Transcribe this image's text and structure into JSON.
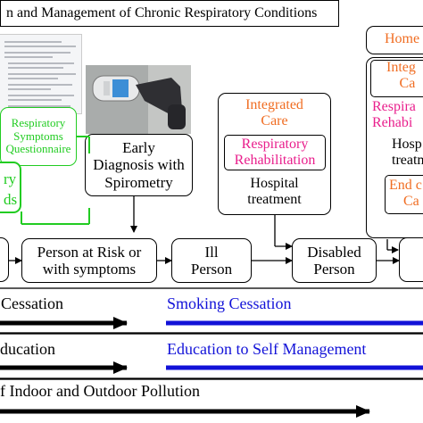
{
  "title": "n and Management of Chronic Respiratory Conditions",
  "questionnaire": {
    "lines": [
      "Respiratory",
      "Symptoms",
      "Questionnaire"
    ]
  },
  "left_green": {
    "lines": [
      "ry",
      "ds"
    ]
  },
  "spirometry": {
    "lines": [
      "Early",
      "Diagnosis with",
      "Spirometry"
    ]
  },
  "care_box": {
    "integrated": [
      "Integrated",
      "Care"
    ],
    "rehab": [
      "Respiratory",
      "Rehabilitation"
    ],
    "hospital": [
      "Hospital",
      "treatment"
    ]
  },
  "right_box": {
    "home": "Home",
    "integ": [
      "Integ",
      "Ca"
    ],
    "resp": [
      "Respira",
      "Rehabi"
    ],
    "hosp": [
      "Hosp",
      "treatm"
    ],
    "end": [
      "End c",
      "Ca"
    ]
  },
  "stages": {
    "risk": [
      "Person  at Risk or",
      "with symptoms"
    ],
    "ill": [
      "Ill",
      "Person"
    ],
    "disabled": [
      "Disabled",
      "Person"
    ]
  },
  "rows": {
    "smoking_left": "Cessation",
    "smoking_right": "Smoking Cessation",
    "education_left": "ducation",
    "education_right": "Education to Self Management",
    "pollution": "f Indoor and Outdoor Pollution"
  },
  "colors": {
    "orange": "#f06d22",
    "magenta": "#e91e8c",
    "green": "#22cc22",
    "blue": "#1212d8"
  }
}
